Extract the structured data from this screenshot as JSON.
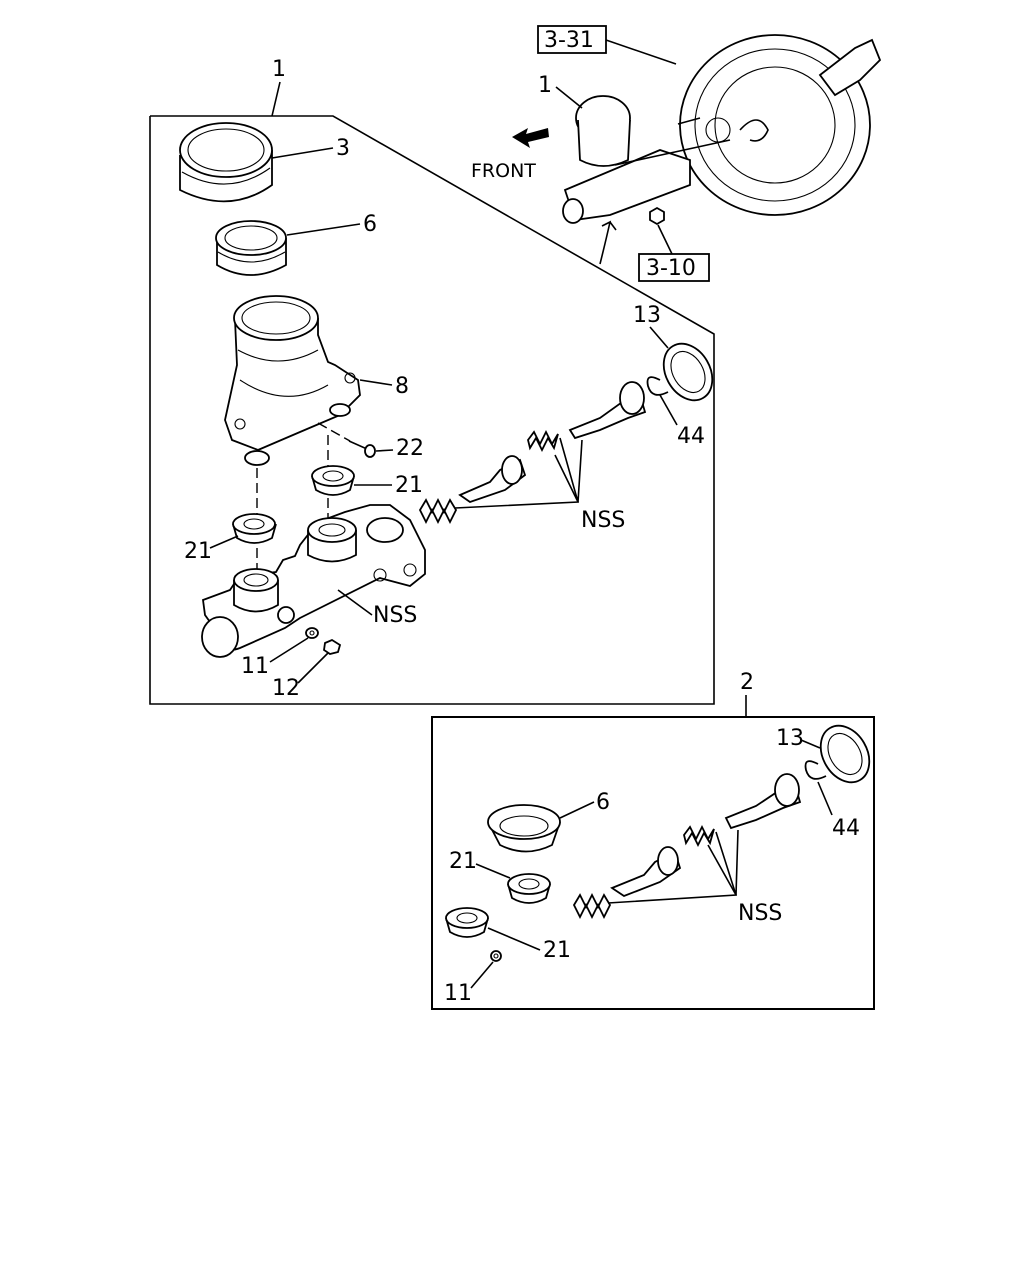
{
  "colors": {
    "line": "#000000",
    "background": "#ffffff"
  },
  "overview": {
    "assembly_label": "1",
    "booster_ref": "3-31",
    "nut_ref": "3-10",
    "front_label": "FRONT"
  },
  "assembly_1": {
    "index": "1",
    "labels": {
      "cap": "3",
      "seal": "6",
      "reservoir": "8",
      "screw": "22",
      "grommet_upper": "21",
      "grommet_lower": "21",
      "springs": "NSS",
      "cylinder_body": "NSS",
      "washer": "11",
      "bolt": "12",
      "boot": "13",
      "snap_ring": "44"
    }
  },
  "kit_2": {
    "index": "2",
    "labels": {
      "boot": "13",
      "snap_ring": "44",
      "seal": "6",
      "grommet_upper": "21",
      "grommet_lower": "21",
      "springs": "NSS",
      "washer": "11"
    }
  }
}
